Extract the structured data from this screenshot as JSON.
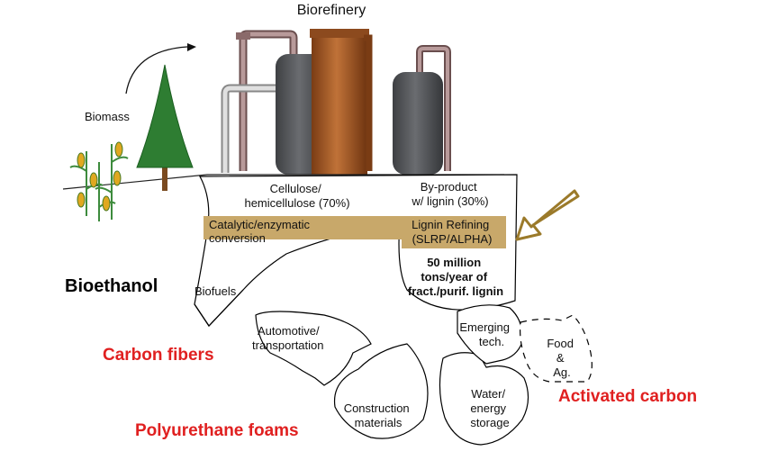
{
  "title": "Biorefinery",
  "biomass_label": "Biomass",
  "stream_left": [
    "Cellulose/",
    "hemicellulose (70%)"
  ],
  "stream_right": [
    "By-product",
    "w/ lignin (30%)"
  ],
  "process_left": [
    "Catalytic/enzymatic",
    "conversion"
  ],
  "process_right": [
    "Lignin Refining",
    "(SLRP/ALPHA)"
  ],
  "volume": [
    "50 million",
    "tons/year of",
    "fract./purif. lignin"
  ],
  "branches": {
    "biofuels": [
      "Biofuels"
    ],
    "automotive": [
      "Automotive/",
      "transportation"
    ],
    "construction": [
      "Construction",
      "materials"
    ],
    "water": [
      "Water/",
      "energy",
      "storage"
    ],
    "emerging": [
      "Emerging",
      "tech."
    ],
    "food": [
      "Food",
      "&",
      "Ag."
    ]
  },
  "products": {
    "bioethanol": "Bioethanol",
    "carbon_fibers": "Carbon fibers",
    "polyurethane": "Polyurethane foams",
    "activated_carbon": "Activated carbon"
  },
  "colors": {
    "product_red": "#e02020",
    "band_tan": "#c8a86a",
    "arrow_brown": "#9b7a2a",
    "tree_green": "#2e7d32",
    "tank_gray": "#505255",
    "tank_copper": "#a45a2a",
    "pipe_mauve": "#8a6a6a"
  }
}
